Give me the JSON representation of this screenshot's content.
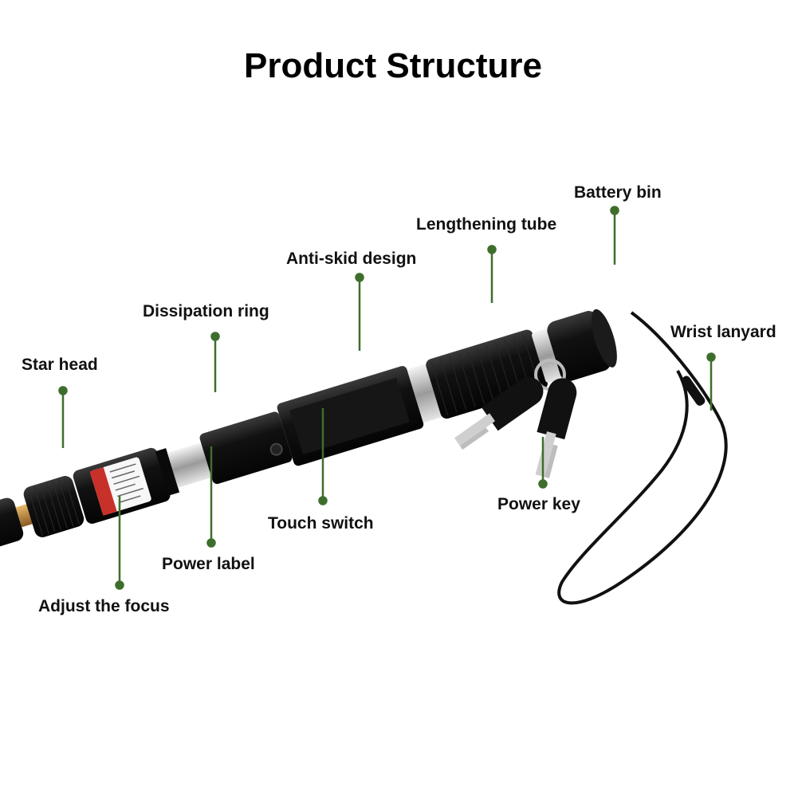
{
  "title": "Product Structure",
  "colors": {
    "leader": "#3e6e2c",
    "body": "#0d0d0d",
    "metal": "#c8c8c8",
    "label_red": "#c8302a",
    "key_silver": "#cfcfcf"
  },
  "labels": {
    "battery_bin": "Battery bin",
    "lengthening_tube": "Lengthening tube",
    "anti_skid": "Anti-skid design",
    "dissipation_ring": "Dissipation ring",
    "star_head": "Star head",
    "wrist_lanyard": "Wrist lanyard",
    "touch_switch": "Touch switch",
    "power_key": "Power key",
    "power_label": "Power label",
    "adjust_focus": "Adjust the focus"
  }
}
